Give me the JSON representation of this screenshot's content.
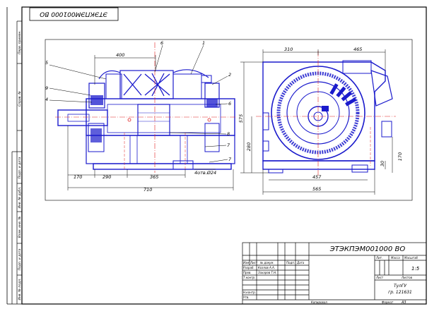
{
  "drawing": {
    "top_stamp": "ЭТЭКПЭМ001000 ВО",
    "left_strip": [
      "Перв. примен.",
      "Справ. №",
      "Подп. и дата",
      "Инв. № дубл.",
      "Взам. инв. №",
      "Подп. и дата",
      "Инв. № подл."
    ]
  },
  "side_view": {
    "dimensions": [
      "400",
      "170",
      "290",
      "365",
      "710",
      "4отв.Ø24"
    ],
    "callouts": [
      "6",
      "1",
      "5",
      "2",
      "9",
      "4",
      "6",
      "8",
      "7",
      "7"
    ]
  },
  "front_view": {
    "dimensions": [
      "310",
      "465",
      "575",
      "280",
      "457",
      "565",
      "30",
      "170"
    ]
  },
  "title_block": {
    "designation": "ЭТЭКПЭМ001000 ВО",
    "col_headers": [
      "Изм",
      "Лист",
      "№ докум.",
      "Подп.",
      "Дата"
    ],
    "roles": [
      "Разраб.",
      "Пров.",
      "Т.контр.",
      "Н.контр.",
      "Утв."
    ],
    "names": [
      "Козлов А.А.",
      "Захаров Т.Н."
    ],
    "sheet_headers": [
      "Лит.",
      "Масса",
      "Масштаб"
    ],
    "scale": "1:5",
    "sheet_label": "Лист",
    "sheets_label": "Листов",
    "org": [
      "ТулГУ",
      "гр. 121631"
    ],
    "copied": "Копировал",
    "format": "Формат",
    "format_value": "А3"
  }
}
